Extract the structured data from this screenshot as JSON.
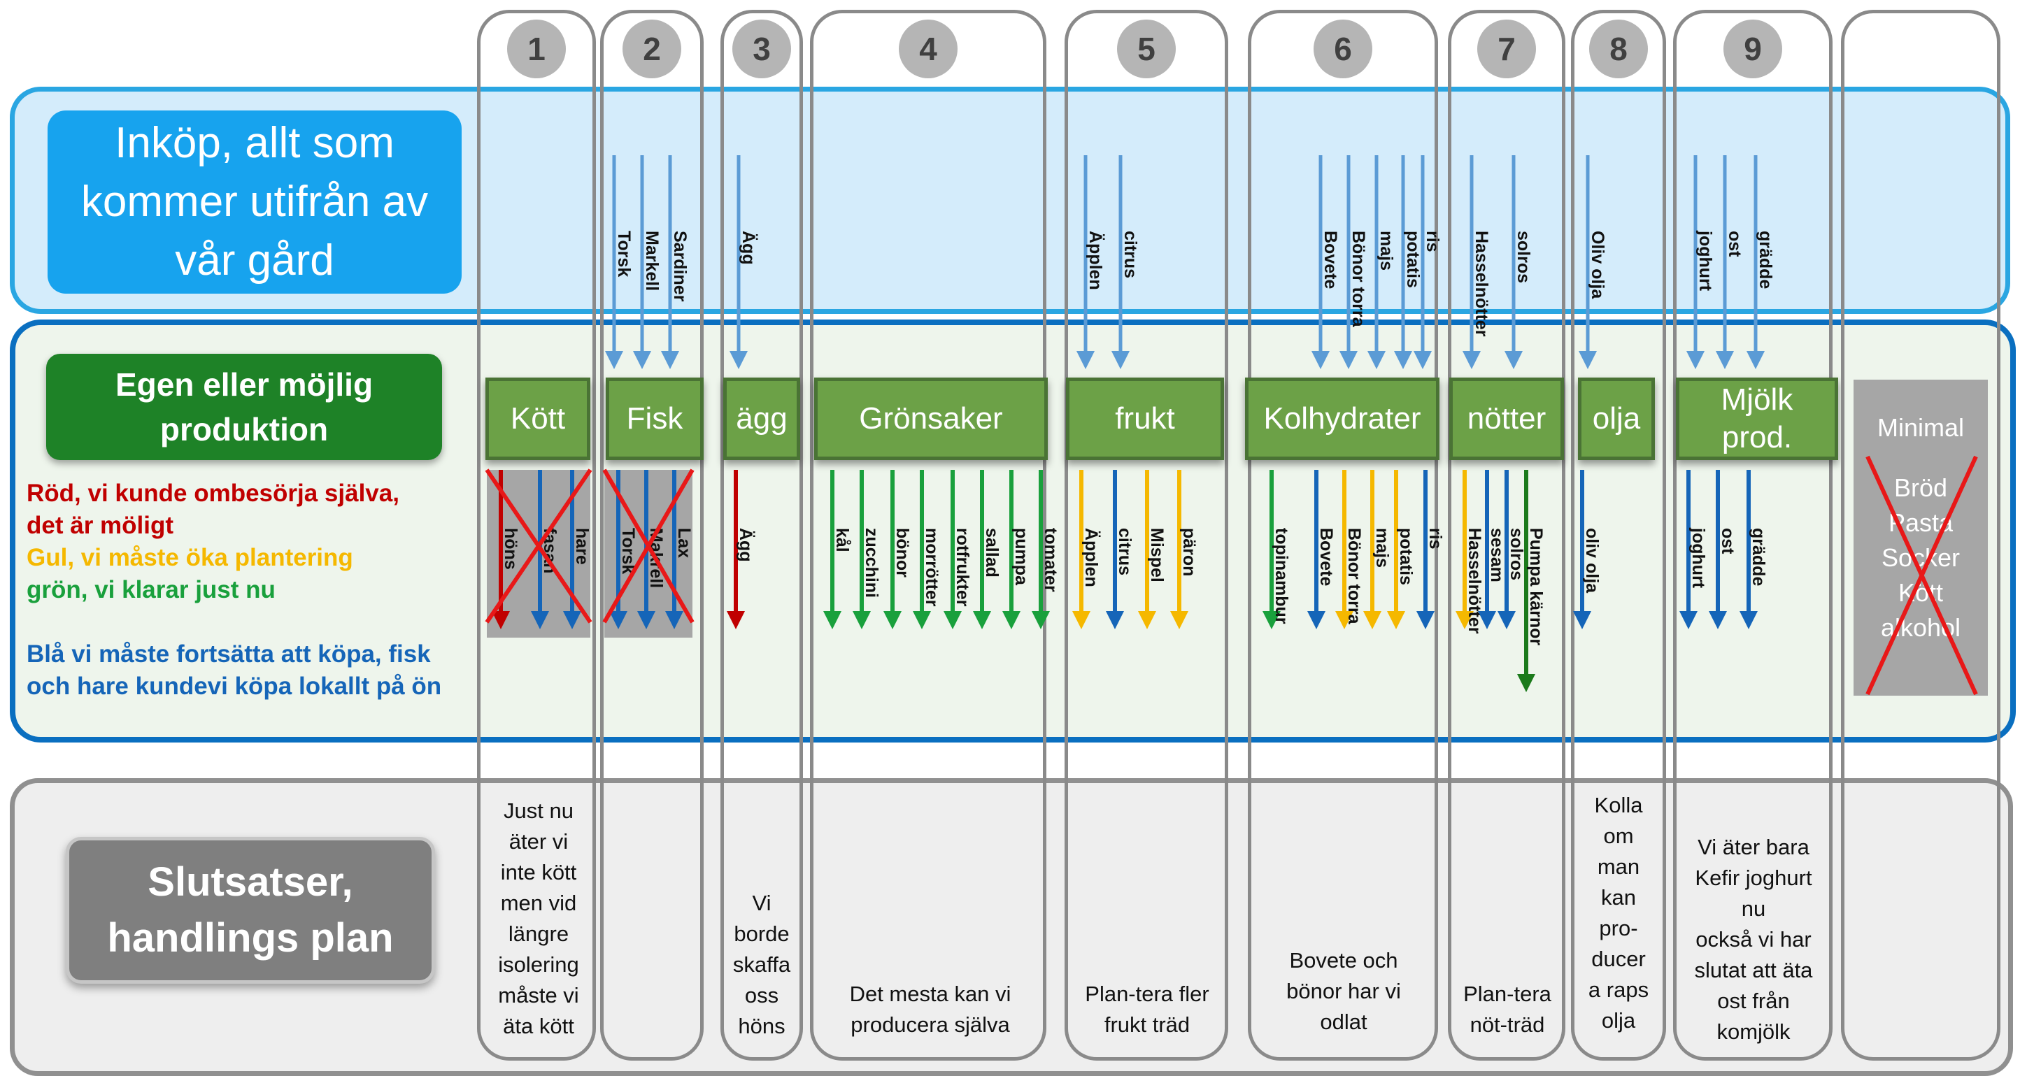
{
  "rows": {
    "top_label": "Inköp, allt som\nkommer utifrån av\nvår gård",
    "mid_label": "Egen eller möjlig\nproduktion",
    "bottom_label": "Slutsatser,\nhandlings plan"
  },
  "legend": [
    {
      "text": "Röd,  vi  kunde ombesörja själva,\ndet är möligt",
      "color": "#c00000"
    },
    {
      "text": "Gul, vi måste öka plantering",
      "color": "#f5b800"
    },
    {
      "text": "grön, vi klarar just nu",
      "color": "#19a03c"
    },
    {
      "text": "Blå vi måste fortsätta att köpa, fisk\noch hare kundevi köpa lokallt på ön",
      "color": "#1565b8"
    }
  ],
  "colors": {
    "red": "#c00000",
    "yellow": "#f5b800",
    "green": "#19a03c",
    "dark_green": "#1b7a1b",
    "blue": "#1565b8",
    "light_blue": "#5b9bd5"
  },
  "columns": [
    {
      "num": "1",
      "category": "Kött",
      "bought": [],
      "own": [
        {
          "label": "höns",
          "color": "red"
        },
        {
          "label": "fasan",
          "color": "blue"
        },
        {
          "label": "hare",
          "color": "blue"
        }
      ],
      "crossed": true,
      "conclusion": "Just nu\näter vi\ninte kött\nmen vid\nlängre\nisolering\nmåste vi\näta kött"
    },
    {
      "num": "2",
      "category": "Fisk",
      "bought": [
        {
          "label": "Torsk"
        },
        {
          "label": "Markell"
        },
        {
          "label": "Sardiner"
        }
      ],
      "own": [
        {
          "label": "Torsk",
          "color": "blue"
        },
        {
          "label": "Makrell",
          "color": "blue"
        },
        {
          "label": "Lax",
          "color": "blue"
        }
      ],
      "crossed": true,
      "conclusion": ""
    },
    {
      "num": "3",
      "category": "ägg",
      "bought": [
        {
          "label": "Ägg"
        }
      ],
      "own": [
        {
          "label": "Ägg",
          "color": "red"
        }
      ],
      "conclusion": "Vi\nborde\nskaffa\noss\nhöns"
    },
    {
      "num": "4",
      "category": "Grönsaker",
      "bought": [],
      "own": [
        {
          "label": "kål",
          "color": "green"
        },
        {
          "label": "zucchini",
          "color": "green"
        },
        {
          "label": "bönor",
          "color": "green"
        },
        {
          "label": "morrötter",
          "color": "green"
        },
        {
          "label": "rotfrukter",
          "color": "green"
        },
        {
          "label": "sallad",
          "color": "green"
        },
        {
          "label": "pumpa",
          "color": "green"
        },
        {
          "label": "tomater",
          "color": "green"
        }
      ],
      "conclusion": "Det mesta kan vi\nproducera själva"
    },
    {
      "num": "5",
      "category": "frukt",
      "bought": [
        {
          "label": "Äpplen"
        },
        {
          "label": "citrus"
        }
      ],
      "own": [
        {
          "label": "Äpplen",
          "color": "yellow"
        },
        {
          "label": "citrus",
          "color": "blue"
        },
        {
          "label": "Mispel",
          "color": "yellow"
        },
        {
          "label": "päron",
          "color": "yellow"
        }
      ],
      "conclusion": "Plan-tera fler\nfrukt träd"
    },
    {
      "num": "6",
      "category": "Kolhydrater",
      "bought": [
        {
          "label": "Bovete"
        },
        {
          "label": "Bönor torra"
        },
        {
          "label": "majs"
        },
        {
          "label": "potatis"
        },
        {
          "label": "ris"
        }
      ],
      "own": [
        {
          "label": "topinambur",
          "color": "green"
        },
        {
          "label": "Bovete",
          "color": "blue"
        },
        {
          "label": "Bönor torra",
          "color": "yellow"
        },
        {
          "label": "majs",
          "color": "yellow"
        },
        {
          "label": "potatis",
          "color": "yellow"
        },
        {
          "label": "ris",
          "color": "blue"
        }
      ],
      "conclusion": "Bovete och\nbönor har vi\nodlat"
    },
    {
      "num": "7",
      "category": "nötter",
      "bought": [
        {
          "label": "Hasselnötter"
        },
        {
          "label": "solros"
        }
      ],
      "own": [
        {
          "label": "Hasselnötter",
          "color": "yellow"
        },
        {
          "label": "sesam",
          "color": "blue"
        },
        {
          "label": "solros",
          "color": "blue"
        },
        {
          "label": "Pumpa kärnor",
          "color": "dark_green"
        }
      ],
      "conclusion": "Plan-tera\nnöt-träd"
    },
    {
      "num": "8",
      "category": "olja",
      "bought": [
        {
          "label": "Oliv olja"
        }
      ],
      "own": [
        {
          "label": "oliv olja",
          "color": "blue"
        }
      ],
      "conclusion": "Kolla\nom\nman\nkan\npro-\nducer\na raps\nolja"
    },
    {
      "num": "9",
      "category": "Mjölk\nprod.",
      "bought": [
        {
          "label": "joghurt"
        },
        {
          "label": "ost"
        },
        {
          "label": "grädde"
        }
      ],
      "own": [
        {
          "label": "joghurt",
          "color": "blue"
        },
        {
          "label": "ost",
          "color": "blue"
        },
        {
          "label": "grädde",
          "color": "blue"
        }
      ],
      "conclusion": "Vi äter bara\nKefir joghurt\nnu\nockså vi har\nslutat att äta\nost från\nkomjölk"
    },
    {
      "num": "",
      "category": "",
      "bought": [],
      "own": [],
      "conclusion": ""
    }
  ],
  "minimal": {
    "title": "Minimal",
    "items": "Bröd\nPasta\nSocker\nKött\nalkohol"
  }
}
